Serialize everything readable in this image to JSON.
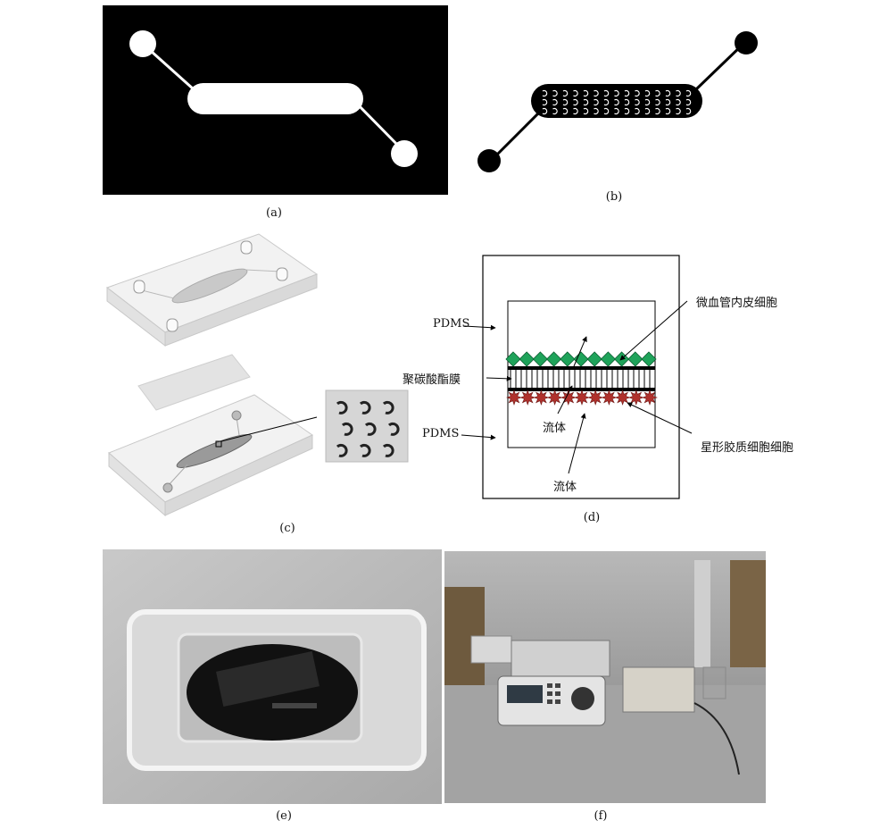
{
  "panels": {
    "a": {
      "caption": "(a)"
    },
    "b": {
      "caption": "(b)"
    },
    "c": {
      "caption": "(c)"
    },
    "d": {
      "caption": "(d)",
      "labels": {
        "pdms_top": "PDMS",
        "pdms_bottom": "PDMS",
        "membrane": "聚碳酸酯膜",
        "endothelial": "微血管内皮细胞",
        "astrocyte": "星形胶质细胞细胞",
        "fluid_inner": "流体",
        "fluid_outer": "流体"
      },
      "colors": {
        "endothelial": "#1fa35a",
        "astrocyte": "#b0312c"
      }
    },
    "e": {
      "caption": "(e)"
    },
    "f": {
      "caption": "(f)"
    }
  }
}
